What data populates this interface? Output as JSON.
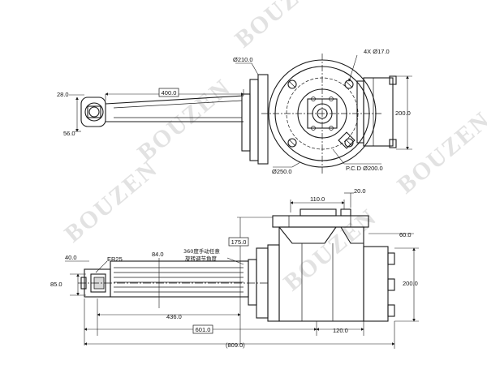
{
  "watermark": "BOUZEN",
  "top_view": {
    "dims": {
      "d210": "Ø210.0",
      "holes": "4X Ø17.0",
      "len400": "400.0",
      "h28": "28.0",
      "h56": "56.0",
      "h200": "200.0",
      "d250": "Ø250.0",
      "pcd": "P.C.D Ø200.0"
    }
  },
  "side_view": {
    "dims": {
      "w110": "110.0",
      "w20": "20.0",
      "w60": "60.0",
      "w175": "175.0",
      "h40": "40.0",
      "er25": "ER25",
      "w84": "84.0",
      "h85": "85.0",
      "h200": "200.0",
      "l436": "436.0",
      "l601": "601.0",
      "l120": "120.0",
      "l809": "(809.0)"
    },
    "note_line1": "360度手动任意",
    "note_line2": "旋转调节角度"
  }
}
